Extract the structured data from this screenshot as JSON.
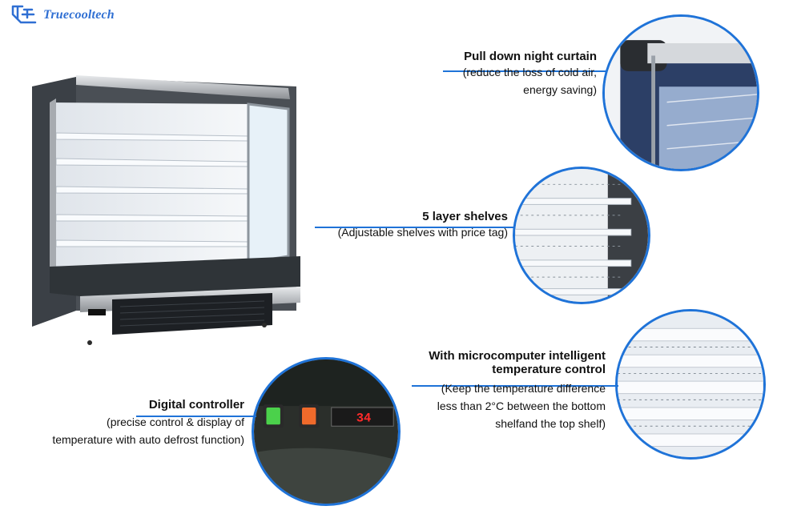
{
  "brand": {
    "name": "Truecooltech",
    "color": "#2f6fd3"
  },
  "accent_color": "#1f73d8",
  "callouts": [
    {
      "title": "Pull down night curtain",
      "lines": [
        "(reduce the loss of cold air,",
        "energy saving)"
      ],
      "image": "night-curtain-closeup"
    },
    {
      "title": "5 layer shelves",
      "lines": [
        "(Adjustable shelves with price tag)"
      ],
      "image": "shelves-closeup"
    },
    {
      "title_lines": [
        "With microcomputer intelligent",
        "temperature control"
      ],
      "lines": [
        "(Keep the temperature difference",
        "less than 2°C between the bottom",
        "shelfand the top shelf)"
      ],
      "image": "shelf-rows-closeup"
    },
    {
      "title": "Digital controller",
      "lines": [
        "(precise control & display of",
        "temperature with auto defrost function)"
      ],
      "image": "digital-controller-closeup",
      "display_value": "34"
    }
  ]
}
